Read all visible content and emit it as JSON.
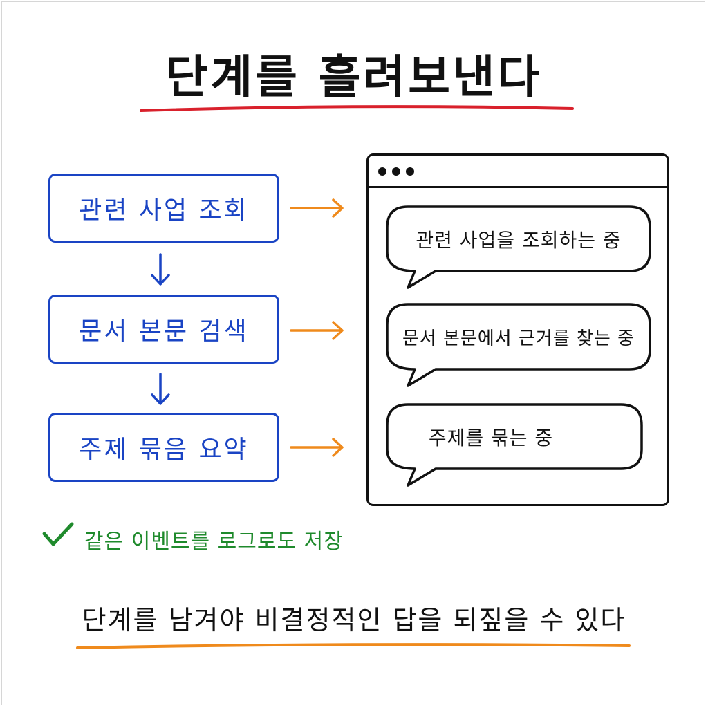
{
  "title": "단계를 흘려보낸다",
  "steps": [
    {
      "label": "관련 사업 조회"
    },
    {
      "label": "문서 본문 검색"
    },
    {
      "label": "주제 묶음 요약"
    }
  ],
  "bubbles": [
    {
      "text": "관련 사업을 조회하는 중"
    },
    {
      "text": "문서 본문에서 근거를 찾는 중"
    },
    {
      "text": "주제를 묶는 중"
    }
  ],
  "note": "같은 이벤트를 로그로도 저장",
  "footer": "단계를 남겨야 비결정적인 답을 되짚을 수 있다",
  "colors": {
    "step": "#1a44c4",
    "arrow_orange": "#ef8a1c",
    "title_underline": "#d9212c",
    "footer_underline": "#ef8a1c",
    "check": "#1f8a2c"
  }
}
